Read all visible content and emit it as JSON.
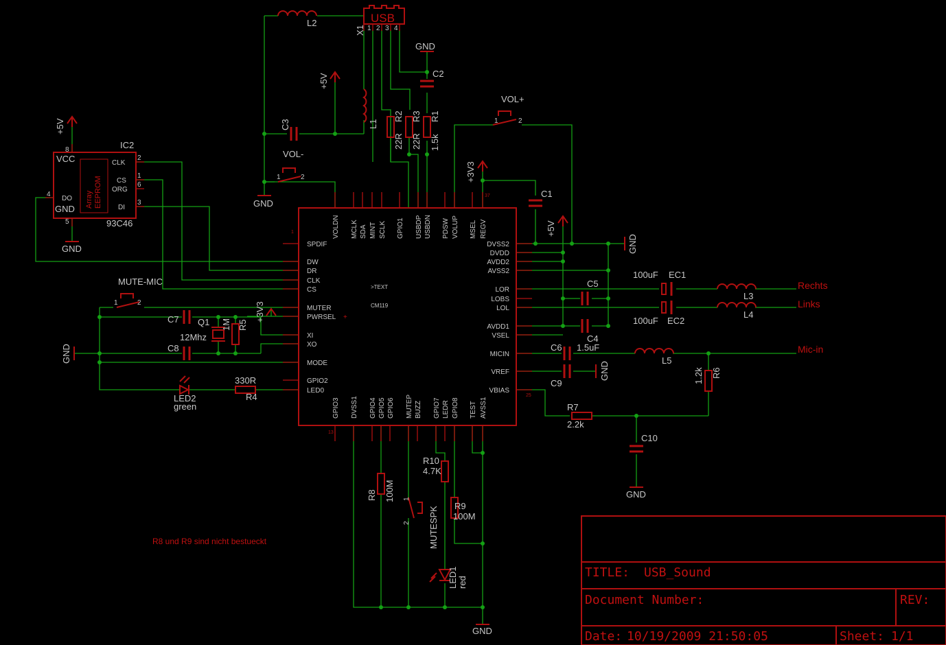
{
  "title_block": {
    "title_label": "TITLE:",
    "title_value": "USB_Sound",
    "docnum_label": "Document Number:",
    "rev_label": "REV:",
    "date_label": "Date:",
    "date_value": "10/19/2009 21:50:05",
    "sheet_label": "Sheet:",
    "sheet_value": "1/1"
  },
  "note": "R8 und R9 sind nicht bestueckt",
  "net_labels": {
    "rechts": "Rechts",
    "links": "Links",
    "micin": "Mic-in"
  },
  "supplies": {
    "gnd": "GND",
    "p5v": "+5V",
    "p3v3": "+3V3"
  },
  "chip": {
    "name": "CM119",
    "text": ">TEXT",
    "top_pins": [
      "VOLDN",
      "MCLK",
      "SDA",
      "MINT",
      "SCLK",
      "GPIO1",
      "USBDP",
      "USBDN",
      "PDSW",
      "VOLUP",
      "MSEL",
      "REGV"
    ],
    "left_pins": [
      "SPDIF",
      "DW",
      "DR",
      "CLK",
      "CS",
      "MUTER",
      "PWRSEL",
      "XI",
      "XO",
      "MODE",
      "GPIO2",
      "LED0"
    ],
    "right_pins": [
      "DVSS2",
      "DVDD",
      "AVDD2",
      "AVSS2",
      "LOR",
      "LOBS",
      "LOL",
      "AVDD1",
      "VSEL",
      "MICIN",
      "VREF",
      "VBIAS"
    ],
    "bottom_pins": [
      "GPIO3",
      "DVSS1",
      "GPIO4",
      "GPIO5",
      "GPIO6",
      "MUTEP",
      "BUZZ",
      "GPIO7",
      "LEDR",
      "GPIO8",
      "TEST",
      "AVSS1"
    ],
    "pin_num_1": "1",
    "pin_num_13": "13",
    "pin_num_25": "25",
    "pin_num_37": "37"
  },
  "eeprom": {
    "name": "IC2",
    "value": "93C46",
    "vcc": "VCC",
    "gnd": "GND",
    "do": "DO",
    "clk": "CLK",
    "cs": "CS",
    "org": "ORG",
    "di": "DI",
    "inner1": "Array",
    "inner2": "EEPROM",
    "p8": "8",
    "p5": "5",
    "p4": "4",
    "p2": "2",
    "p1": "1",
    "p6": "6",
    "p3": "3"
  },
  "usb": {
    "name": "X1",
    "label": "USB",
    "pins": [
      "1",
      "2",
      "3",
      "4"
    ]
  },
  "parts": {
    "L1": "L1",
    "L2": "L2",
    "L3": "L3",
    "L4": "L4",
    "L5": "L5",
    "C1": "C1",
    "C2": "C2",
    "C3": "C3",
    "C4": "C4",
    "C5": "C5",
    "C6": "C6",
    "C7": "C7",
    "C8": "C8",
    "C9": "C9",
    "C10": "C10",
    "C6v": "1.5uF",
    "EC1": "EC1",
    "EC2": "EC2",
    "EC1v": "100uF",
    "EC2v": "100uF",
    "R1": "R1",
    "R1v": "1.5k",
    "R2": "R2",
    "R2v": "22R",
    "R3": "R3",
    "R3v": "22R",
    "R4": "R4",
    "R4v": "330R",
    "R5": "R5",
    "R5v": "1M",
    "R6": "R6",
    "R6v": "1.2k",
    "R7": "R7",
    "R7v": "2.2k",
    "R8": "R8",
    "R8v": "100M",
    "R9": "R9",
    "R9v": "100M",
    "R10": "R10",
    "R10v": "4.7K",
    "Q1": "Q1",
    "Q1v": "12Mhz",
    "LED1": "LED1",
    "LED1v": "red",
    "LED2": "LED2",
    "LED2v": "green",
    "VOLp": "VOL+",
    "VOLm": "VOL-",
    "MUTEMIC": "MUTE-MIC",
    "MUTESPK": "MUTESPK",
    "sw1": "1",
    "sw2": "2"
  },
  "colors": {
    "wire": "#14a014",
    "symbol": "#b01010",
    "text": "#c8c8c8",
    "net": "#c01010",
    "background": "#000000"
  }
}
